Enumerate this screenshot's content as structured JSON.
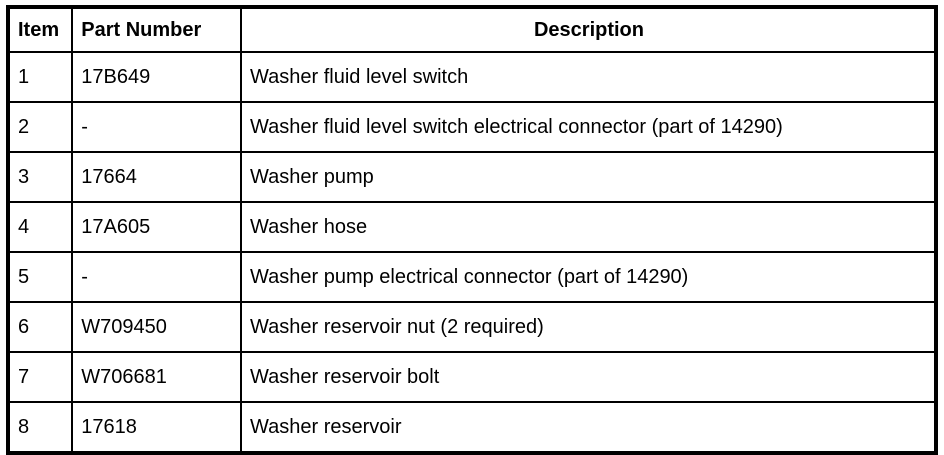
{
  "table": {
    "headers": {
      "item": "Item",
      "part_number": "Part Number",
      "description": "Description"
    },
    "rows": [
      {
        "item": "1",
        "part_number": "17B649",
        "description": "Washer fluid level switch"
      },
      {
        "item": "2",
        "part_number": "-",
        "description": "Washer fluid level switch electrical connector (part of 14290)"
      },
      {
        "item": "3",
        "part_number": "17664",
        "description": "Washer pump"
      },
      {
        "item": "4",
        "part_number": "17A605",
        "description": "Washer hose"
      },
      {
        "item": "5",
        "part_number": "-",
        "description": "Washer pump electrical connector (part of 14290)"
      },
      {
        "item": "6",
        "part_number": "W709450",
        "description": "Washer reservoir nut (2 required)"
      },
      {
        "item": "7",
        "part_number": "W706681",
        "description": "Washer reservoir bolt"
      },
      {
        "item": "8",
        "part_number": "17618",
        "description": "Washer reservoir"
      }
    ]
  },
  "colors": {
    "border": "#000000",
    "background": "#ffffff",
    "text": "#000000"
  }
}
